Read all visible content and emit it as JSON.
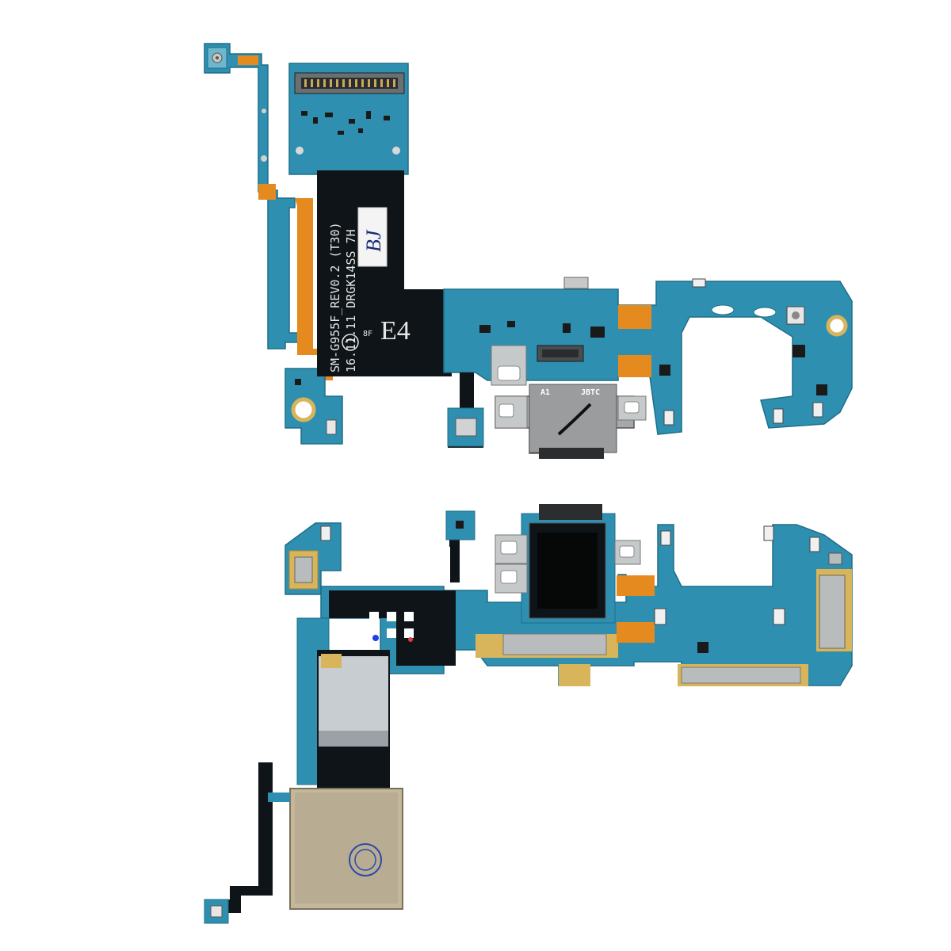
{
  "colors": {
    "background": "#ffffff",
    "pcb_blue": "#2f8fb0",
    "pcb_teal": "#2a8a9a",
    "pcb_light": "#5fb0c8",
    "flex_orange": "#e58a1f",
    "flex_black": "#0f1418",
    "shield_silver": "#b9bcbd",
    "connector_steel": "#9a9c9e",
    "gold_pad": "#d8b45a"
  },
  "board_front": {
    "model_line": "SM-G955F_REV0.2 (T30)",
    "date_line": "16.11.11 DRGK14SS 7H",
    "sticker_text": "BJ",
    "grid_code": "E4",
    "small_label": "8F",
    "connector_mark_left": "A1",
    "connector_mark_right": "JBTC"
  }
}
